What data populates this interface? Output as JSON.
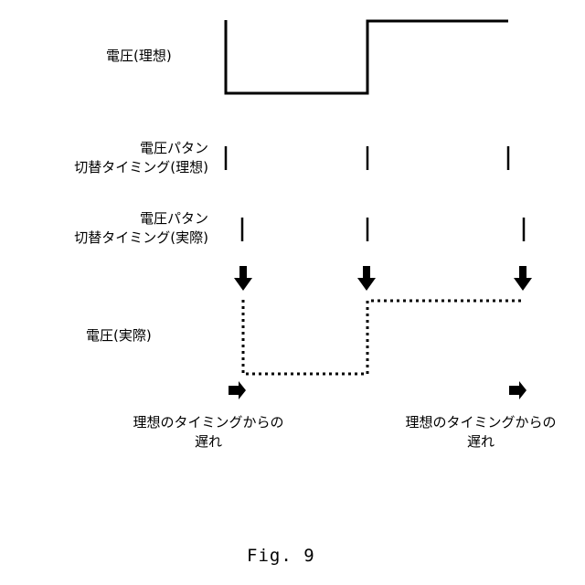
{
  "labels": {
    "voltage_ideal": "電圧(理想)",
    "switch_ideal_line1": "電圧パタン",
    "switch_ideal_line2": "切替タイミング(理想)",
    "switch_actual_line1": "電圧パタン",
    "switch_actual_line2": "切替タイミング(実際)",
    "voltage_actual": "電圧(実際)",
    "delay_left_line1": "理想のタイミングからの",
    "delay_left_line2": "遅れ",
    "delay_right_line1": "理想のタイミングからの",
    "delay_right_line2": "遅れ"
  },
  "caption": "Fig. 9",
  "colors": {
    "ink": "#000000",
    "background": "#ffffff"
  }
}
